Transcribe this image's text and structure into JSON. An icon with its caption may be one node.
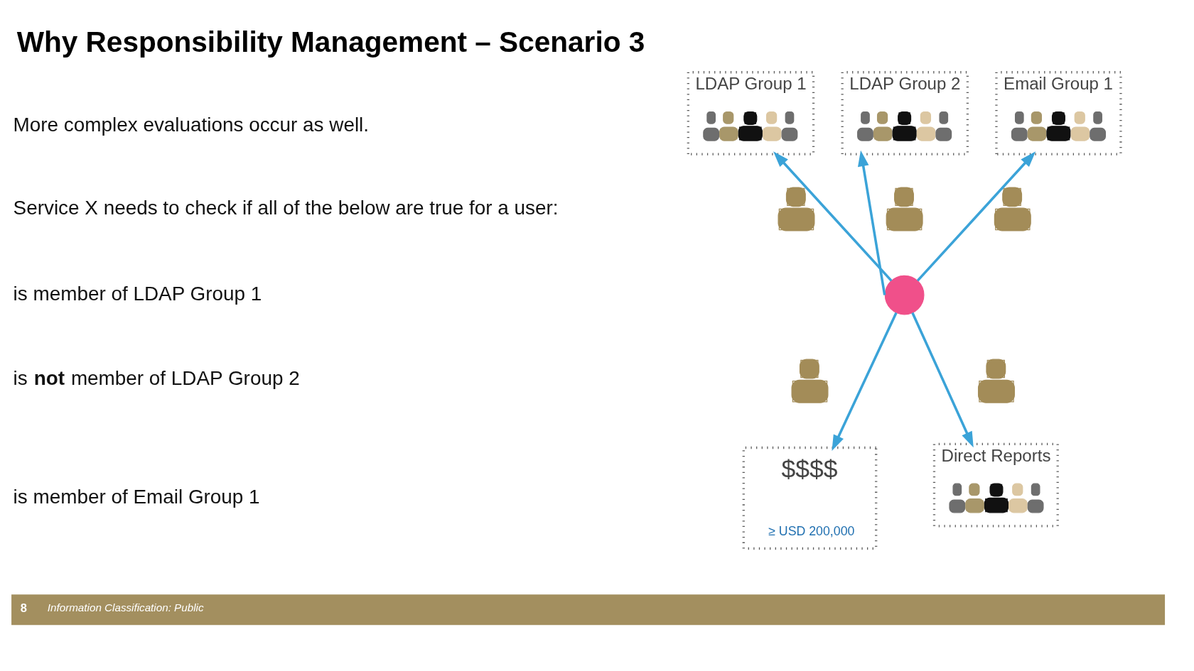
{
  "diagram": {
    "title": "Why Responsibility Management – Scenario 3",
    "nodes": [
      {
        "text": [
          "LDAP Group 1"
        ]
      },
      {
        "text": [],
        "shape": "person",
        "in": 0
      },
      {
        "text": [
          "LDAP Group 2"
        ]
      },
      {
        "text": [],
        "shape": "person",
        "in": 2
      },
      {
        "text": [
          "Email Group 1"
        ]
      },
      {
        "text": [],
        "shape": "person",
        "in": 4
      },
      {
        "text": [],
        "shape": "person"
      },
      {
        "text": [],
        "shape": "person"
      },
      {
        "text": [],
        "shape": "person"
      },
      {
        "text": [],
        "shape": "circle"
      },
      {
        "text": [],
        "shape": "person"
      },
      {
        "text": [],
        "shape": "person"
      },
      {
        "text": [
          "$$$$",
          "≥ USD 200,000"
        ]
      },
      {
        "text": [
          "Direct Reports"
        ]
      },
      {
        "text": [],
        "shape": "person",
        "in": 13
      }
    ],
    "edges": [
      {
        "from": 9,
        "to": 0,
        "arrow": "to"
      },
      {
        "from": 9,
        "to": 2,
        "arrow": "to"
      },
      {
        "from": 9,
        "to": 4,
        "arrow": "to"
      },
      {
        "from": 9,
        "to": 12,
        "arrow": "to"
      },
      {
        "from": 9,
        "to": 13,
        "arrow": "to"
      }
    ],
    "labels": [
      "More complex evaluations occur as well.",
      "Service X needs to check if all of the below are true for a user:",
      "is member of LDAP Group 1",
      "is **not** member of LDAP Group 2",
      "is member of Email Group 1",
      "8",
      "Information Classification: Public"
    ]
  }
}
